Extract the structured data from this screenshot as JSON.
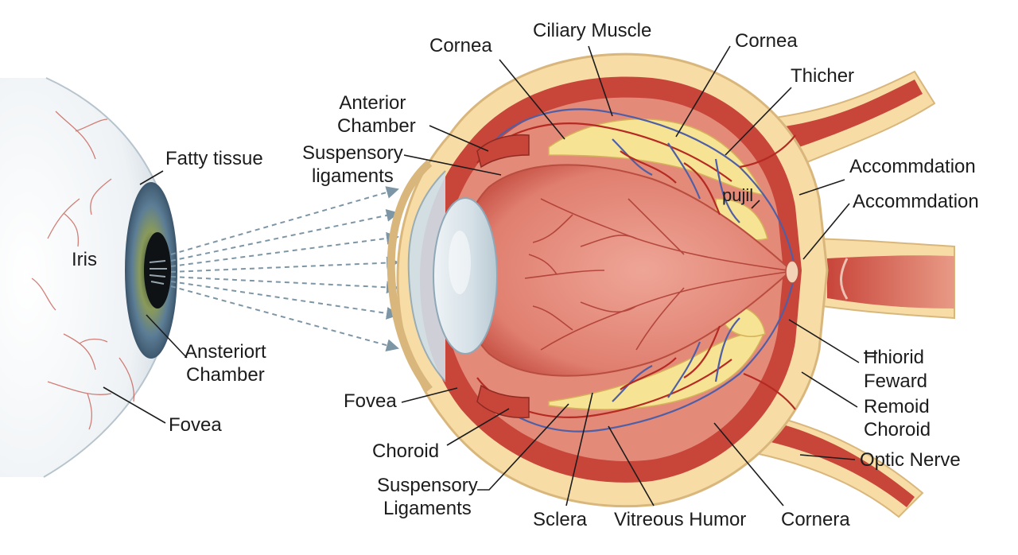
{
  "colors": {
    "sclera_outer": "#f7dca6",
    "muscle": "#c8453a",
    "muscle_light": "#e48a78",
    "vitreous": "#e58a7c",
    "fat": "#f6e393",
    "vein": "#4f5fa6",
    "artery": "#b52a22",
    "iris": "#5c7d96",
    "leader": "#1c1c1c",
    "light_ray": "#7d96a6"
  },
  "labels": {
    "fatty_tissue": "Fatty tissue",
    "iris": "Iris",
    "ansteriort_chamber_line1": "Ansteriort",
    "ansteriort_chamber_line2": "Chamber",
    "fovea_left": "Fovea",
    "cornea_top_left": "Cornea",
    "ciliary_muscle": "Ciliary Muscle",
    "cornea_top_right": "Cornea",
    "thicher": "Thicher",
    "anterior_chamber_line1": "Anterior",
    "anterior_chamber_line2": "Chamber",
    "suspensory_top_line1": "Suspensory",
    "suspensory_top_line2": "ligaments",
    "pupil": "pujil",
    "accommodation_1": "Accommdation",
    "accommodation_2": "Accommdation",
    "fovea_mid": "Fovea",
    "choroid_left": "Choroid",
    "suspensory_bottom_line1": "Suspensory",
    "suspensory_bottom_line2": "Ligaments",
    "sclera": "Sclera",
    "vitreous_humor": "Vitreous Humor",
    "cornera": "Cornera",
    "hhiorid": "Ħhiorid",
    "feward": "Feward",
    "remoid": "Remoid",
    "choroid_right": "Choroid",
    "optic_nerve": "Optic Nerve"
  }
}
